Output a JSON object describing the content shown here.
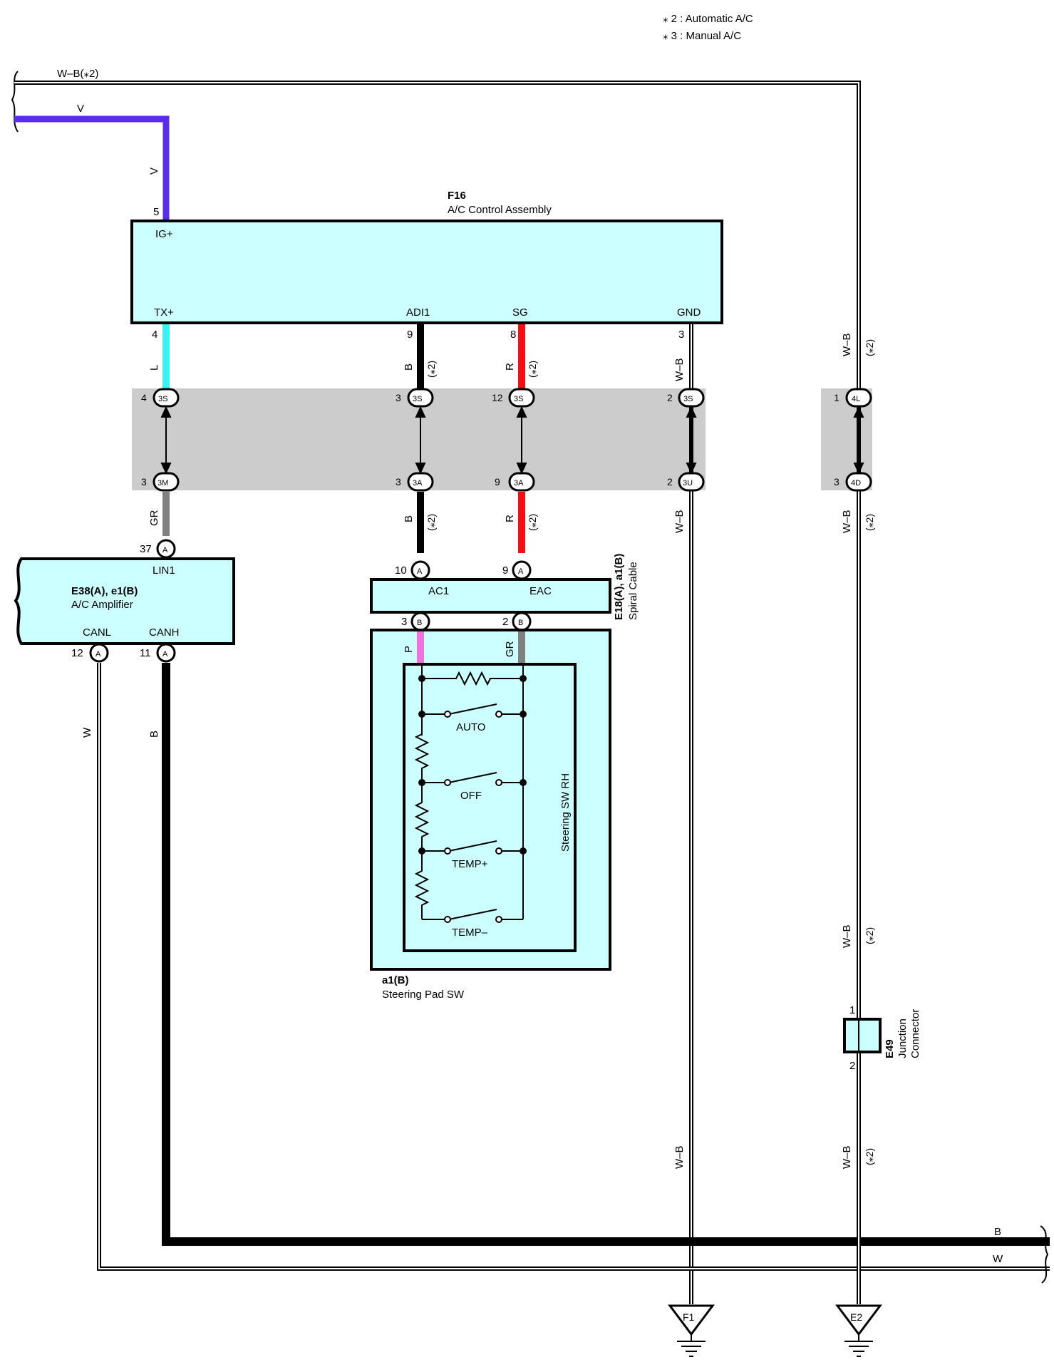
{
  "notes": [
    "⁎ 2 : Automatic A/C",
    "⁎ 3 : Manual A/C"
  ],
  "wires": {
    "wb_top": "W–B(⁎2)",
    "v_top": "V",
    "v_vert": "V",
    "l": "L",
    "b_adi": "B",
    "star2_adi": "(⁎2)",
    "r_sg": "R",
    "star2_sg": "(⁎2)",
    "wb_gnd": "W–B",
    "wb_right": "W–B",
    "star2_right": "(⁎2)",
    "gr_amp": "GR",
    "b_adi_low": "B",
    "star2_adi_low": "(⁎2)",
    "r_sg_low": "R",
    "star2_sg_low": "(⁎2)",
    "wb_gnd_low": "W–B",
    "wb_right_low": "W–B",
    "star2_right_low": "(⁎2)",
    "p": "P",
    "gr_eac": "GR",
    "w_canl": "W",
    "b_canh": "B",
    "wb_jc_top": "W–B",
    "star2_jc_top": "(⁎2)",
    "wb_gnd_bottom": "W–B",
    "wb_jc_bottom": "W–B",
    "star2_jc_bottom": "(⁎2)",
    "b_right": "B",
    "w_right": "W"
  },
  "f16": {
    "id": "F16",
    "name": "A/C Control Assembly",
    "pins": {
      "ig": "IG+",
      "tx": "TX+",
      "adi": "ADI1",
      "sg": "SG",
      "gnd": "GND"
    },
    "pin_numbers": {
      "ig": "5",
      "tx": "4",
      "adi": "9",
      "sg": "8",
      "gnd": "3"
    }
  },
  "connectors": {
    "top": [
      "3S",
      "3S",
      "3S",
      "3S",
      "4L"
    ],
    "bottom": [
      "3M",
      "3A",
      "3A",
      "3U",
      "4D"
    ],
    "top_pins": [
      "4",
      "3",
      "12",
      "2",
      "1"
    ],
    "bottom_pins": [
      "3",
      "3",
      "9",
      "2",
      "3"
    ]
  },
  "amplifier": {
    "id": "E38(A), e1(B)",
    "name": "A/C Amplifier",
    "pins": {
      "lin": "LIN1",
      "canl": "CANL",
      "canh": "CANH"
    },
    "pin_numbers": {
      "lin": "37",
      "canl": "12",
      "canh": "11"
    },
    "pin_letter": "A"
  },
  "spiral": {
    "id": "E18(A), a1(B)",
    "name": "Spiral Cable",
    "pins": {
      "ac1": "AC1",
      "eac": "EAC"
    },
    "pin_numbers": {
      "ac1": "10",
      "eac": "9",
      "ac1_low": "3",
      "eac_low": "2"
    },
    "letters": {
      "upper": "A",
      "lower": "B"
    }
  },
  "steering": {
    "id": "a1(B)",
    "name": "Steering Pad SW",
    "inner": "Steering SW RH",
    "switches": [
      "AUTO",
      "OFF",
      "TEMP+",
      "TEMP–"
    ]
  },
  "junction": {
    "id": "E49",
    "name_1": "Junction",
    "name_2": "Connector",
    "pin_top": "1",
    "pin_bottom": "2"
  },
  "grounds": [
    "F1",
    "E2"
  ],
  "colors": {
    "violet": "#5a2ee6",
    "cyan": "#40f0f0",
    "black": "#000000",
    "red": "#ee1111",
    "gray": "#808080",
    "pink": "#f070e0",
    "component_fill": "#ccffff",
    "connector_band": "#cccccc"
  }
}
